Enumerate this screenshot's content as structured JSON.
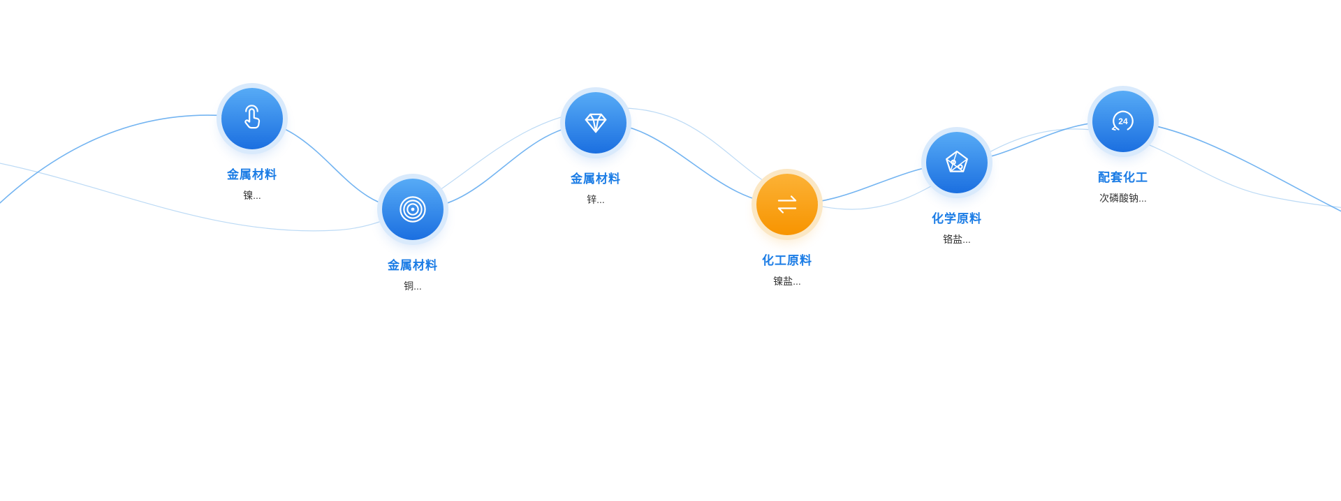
{
  "section": {
    "name": "product-category-wave",
    "background": "#ffffff"
  },
  "colors": {
    "accent_blue": "#1b7ce5",
    "node_blue_top": "#57abf6",
    "node_blue_bottom": "#1b6fe0",
    "node_orange_top": "#fcb236",
    "node_orange_bottom": "#f79400",
    "halo_blue": "#d9eafc",
    "halo_orange": "#fbe7c4",
    "wave_main": "#5ba7ee",
    "wave_light": "#b5d6f4",
    "subtitle_text": "#333333"
  },
  "nodes": [
    {
      "title": "金属材料",
      "subtitle": "镍...",
      "icon": "tap-hand-icon",
      "theme": "blue"
    },
    {
      "title": "金属材料",
      "subtitle": "铜...",
      "icon": "sonar-icon",
      "theme": "blue"
    },
    {
      "title": "金属材料",
      "subtitle": "锌...",
      "icon": "diamond-icon",
      "theme": "blue"
    },
    {
      "title": "化工原料",
      "subtitle": "镍盐...",
      "icon": "exchange-arrows-icon",
      "theme": "orange"
    },
    {
      "title": "化学原料",
      "subtitle": "铬盐...",
      "icon": "molecule-pentagon-icon",
      "theme": "blue"
    },
    {
      "title": "配套化工",
      "subtitle": "次磷酸钠...",
      "icon": "24-hour-icon",
      "icon_text": "24",
      "theme": "blue"
    }
  ]
}
